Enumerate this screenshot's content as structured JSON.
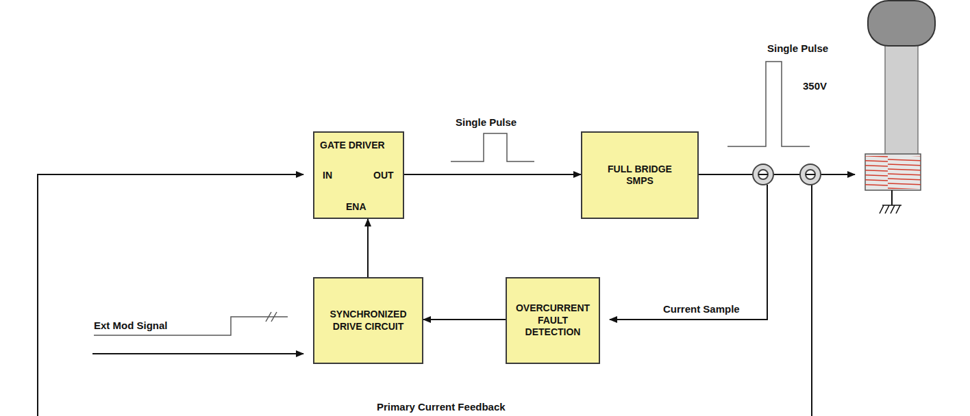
{
  "diagram": {
    "nodes": [
      {
        "text": [
          "GATE DRIVER",
          "IN",
          "OUT",
          "ENA"
        ]
      },
      {
        "text": [
          "FULL BRIDGE SMPS"
        ]
      },
      {
        "text": [
          "SYNCHRONIZED DRIVE CIRCUIT"
        ]
      },
      {
        "text": [
          "OVERCURRENT FAULT DETECTION"
        ]
      }
    ],
    "edges": [
      {
        "from": 0,
        "to": 1,
        "arrow": "to"
      },
      {
        "from": 2,
        "to": 0,
        "arrow": "to"
      },
      {
        "from": 3,
        "to": 2,
        "arrow": "to"
      }
    ],
    "labels": [
      "Single Pulse",
      "Single Pulse",
      "350V",
      "Current Sample",
      "Ext Mod Signal",
      "Primary Current Feedback"
    ]
  }
}
